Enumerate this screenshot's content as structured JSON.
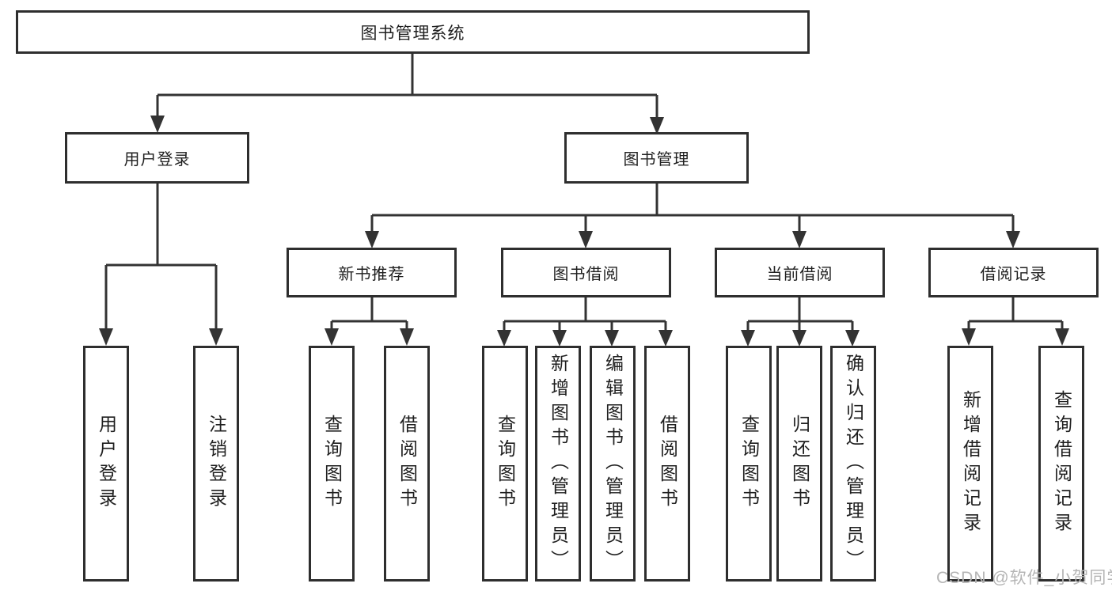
{
  "nodes": {
    "root": "图书管理系统",
    "user_login": "用户登录",
    "book_management": "图书管理",
    "new_book_recommend": "新书推荐",
    "book_borrow": "图书借阅",
    "current_borrow": "当前借阅",
    "borrow_records": "借阅记录"
  },
  "leaves": {
    "user_login": "用户登录",
    "logout": "注销登录",
    "nb_query": "查询图书",
    "nb_borrow": "借阅图书",
    "bb_query": "查询图书",
    "bb_add": "新增图书（管理员）",
    "bb_edit": "编辑图书（管理员）",
    "bb_borrow": "借阅图书",
    "cb_query": "查询图书",
    "cb_return": "归还图书",
    "cb_confirm": "确认归还（管理员）",
    "br_add": "新增借阅记录",
    "br_query": "查询借阅记录"
  },
  "watermark": "CSDN @软件_小贺同学",
  "colors": {
    "line": "#333333",
    "box_border": "#2e2e2e",
    "text": "#1f1f1f",
    "watermark": "#b5b5b5",
    "background": "#ffffff"
  }
}
